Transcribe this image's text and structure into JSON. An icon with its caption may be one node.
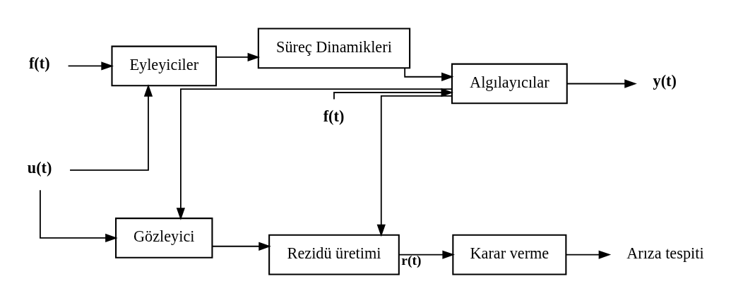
{
  "diagram": {
    "nodes": [
      {
        "text": [
          "f(t)"
        ]
      },
      {
        "text": [
          "f(t)"
        ]
      },
      {
        "text": [
          "u(t)"
        ]
      },
      {
        "text": [
          "Eyleyiciler"
        ]
      },
      {
        "text": [
          "Süreç Dinamikleri"
        ]
      },
      {
        "text": [
          "Algılayıcılar"
        ]
      },
      {
        "text": [
          "y(t)"
        ]
      },
      {
        "text": [
          "Gözleyici"
        ]
      },
      {
        "text": [
          "Rezidü üretimi"
        ]
      },
      {
        "text": [
          "Karar verme"
        ]
      },
      {
        "text": [
          "Arıza tespiti"
        ]
      }
    ],
    "edges": [
      {
        "from": 0,
        "to": 3,
        "arrow": "to"
      },
      {
        "from": 1,
        "to": 5,
        "arrow": "to"
      },
      {
        "from": 2,
        "to": 3,
        "arrow": "to"
      },
      {
        "from": 2,
        "to": 7,
        "arrow": "to"
      },
      {
        "from": 3,
        "to": 4,
        "arrow": "to"
      },
      {
        "from": 4,
        "to": 5,
        "arrow": "to"
      },
      {
        "from": 5,
        "to": 6,
        "arrow": "to"
      },
      {
        "from": 5,
        "to": 7,
        "arrow": "to"
      },
      {
        "from": 5,
        "to": 8,
        "arrow": "to"
      },
      {
        "from": 7,
        "to": 8,
        "arrow": "to"
      },
      {
        "from": 8,
        "to": 9,
        "label": "r(t)",
        "arrow": "to"
      },
      {
        "from": 9,
        "to": 10,
        "arrow": "to"
      }
    ]
  }
}
